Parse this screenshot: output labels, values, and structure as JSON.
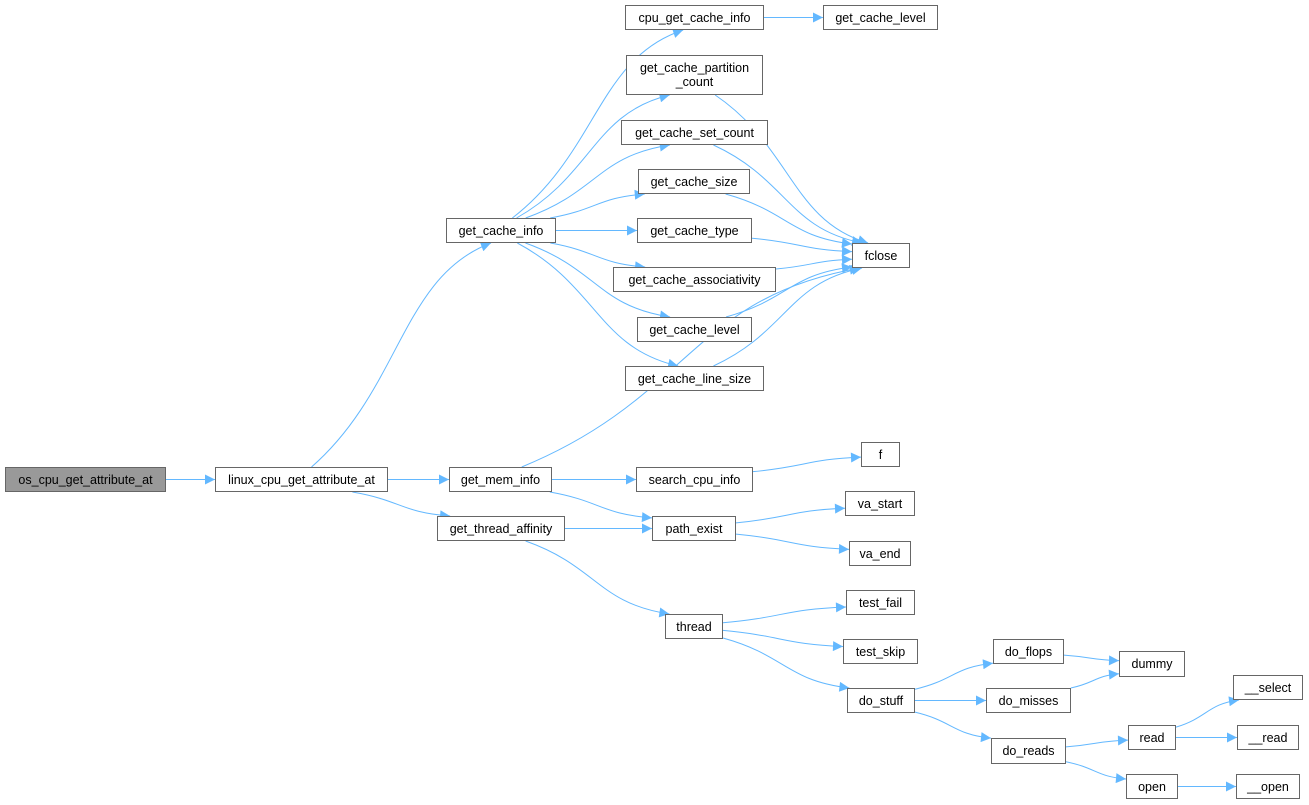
{
  "title": "Call graph for os_cpu_get_attribute_at",
  "edge_color": "#63b8ff",
  "root_fill": "#999999",
  "nodes": [
    {
      "id": "root",
      "label": "os_cpu_get_attribute_at"
    },
    {
      "id": "linux",
      "label": "linux_cpu_get_attribute_at"
    },
    {
      "id": "gci",
      "label": "get_cache_info"
    },
    {
      "id": "cpugci",
      "label": "cpu_get_cache_info"
    },
    {
      "id": "gcl_top",
      "label": "get_cache_level"
    },
    {
      "id": "gcpc",
      "label": "get_cache_partition\n_count"
    },
    {
      "id": "gcsc",
      "label": "get_cache_set_count"
    },
    {
      "id": "gcs",
      "label": "get_cache_size"
    },
    {
      "id": "gct",
      "label": "get_cache_type"
    },
    {
      "id": "gca",
      "label": "get_cache_associativity"
    },
    {
      "id": "gcl",
      "label": "get_cache_level"
    },
    {
      "id": "gcls",
      "label": "get_cache_line_size"
    },
    {
      "id": "fclose",
      "label": "fclose"
    },
    {
      "id": "gmi",
      "label": "get_mem_info"
    },
    {
      "id": "sci",
      "label": "search_cpu_info"
    },
    {
      "id": "f",
      "label": "f"
    },
    {
      "id": "gta",
      "label": "get_thread_affinity"
    },
    {
      "id": "pe",
      "label": "path_exist"
    },
    {
      "id": "vas",
      "label": "va_start"
    },
    {
      "id": "vae",
      "label": "va_end"
    },
    {
      "id": "thread",
      "label": "thread"
    },
    {
      "id": "tf",
      "label": "test_fail"
    },
    {
      "id": "ts",
      "label": "test_skip"
    },
    {
      "id": "ds",
      "label": "do_stuff"
    },
    {
      "id": "df",
      "label": "do_flops"
    },
    {
      "id": "dm",
      "label": "do_misses"
    },
    {
      "id": "dummy",
      "label": "dummy"
    },
    {
      "id": "dr",
      "label": "do_reads"
    },
    {
      "id": "read",
      "label": "read"
    },
    {
      "id": "sel",
      "label": "__select"
    },
    {
      "id": "uread",
      "label": "__read"
    },
    {
      "id": "open",
      "label": "open"
    },
    {
      "id": "uopen",
      "label": "__open"
    }
  ],
  "edges": [
    [
      "root",
      "linux"
    ],
    [
      "linux",
      "gci"
    ],
    [
      "linux",
      "gmi"
    ],
    [
      "linux",
      "gta"
    ],
    [
      "gci",
      "cpugci"
    ],
    [
      "cpugci",
      "gcl_top"
    ],
    [
      "gci",
      "gcpc"
    ],
    [
      "gci",
      "gcsc"
    ],
    [
      "gci",
      "gcs"
    ],
    [
      "gci",
      "gct"
    ],
    [
      "gci",
      "gca"
    ],
    [
      "gci",
      "gcl"
    ],
    [
      "gci",
      "gcls"
    ],
    [
      "gcpc",
      "fclose"
    ],
    [
      "gcsc",
      "fclose"
    ],
    [
      "gcs",
      "fclose"
    ],
    [
      "gct",
      "fclose"
    ],
    [
      "gca",
      "fclose"
    ],
    [
      "gcl",
      "fclose"
    ],
    [
      "gcls",
      "fclose"
    ],
    [
      "gmi",
      "fclose"
    ],
    [
      "gmi",
      "sci"
    ],
    [
      "sci",
      "f"
    ],
    [
      "gmi",
      "pe"
    ],
    [
      "gta",
      "pe"
    ],
    [
      "pe",
      "vas"
    ],
    [
      "pe",
      "vae"
    ],
    [
      "gta",
      "thread"
    ],
    [
      "thread",
      "tf"
    ],
    [
      "thread",
      "ts"
    ],
    [
      "thread",
      "ds"
    ],
    [
      "ds",
      "df"
    ],
    [
      "ds",
      "dm"
    ],
    [
      "ds",
      "dr"
    ],
    [
      "df",
      "dummy"
    ],
    [
      "dm",
      "dummy"
    ],
    [
      "dr",
      "read"
    ],
    [
      "dr",
      "open"
    ],
    [
      "read",
      "sel"
    ],
    [
      "read",
      "uread"
    ],
    [
      "open",
      "uopen"
    ]
  ]
}
